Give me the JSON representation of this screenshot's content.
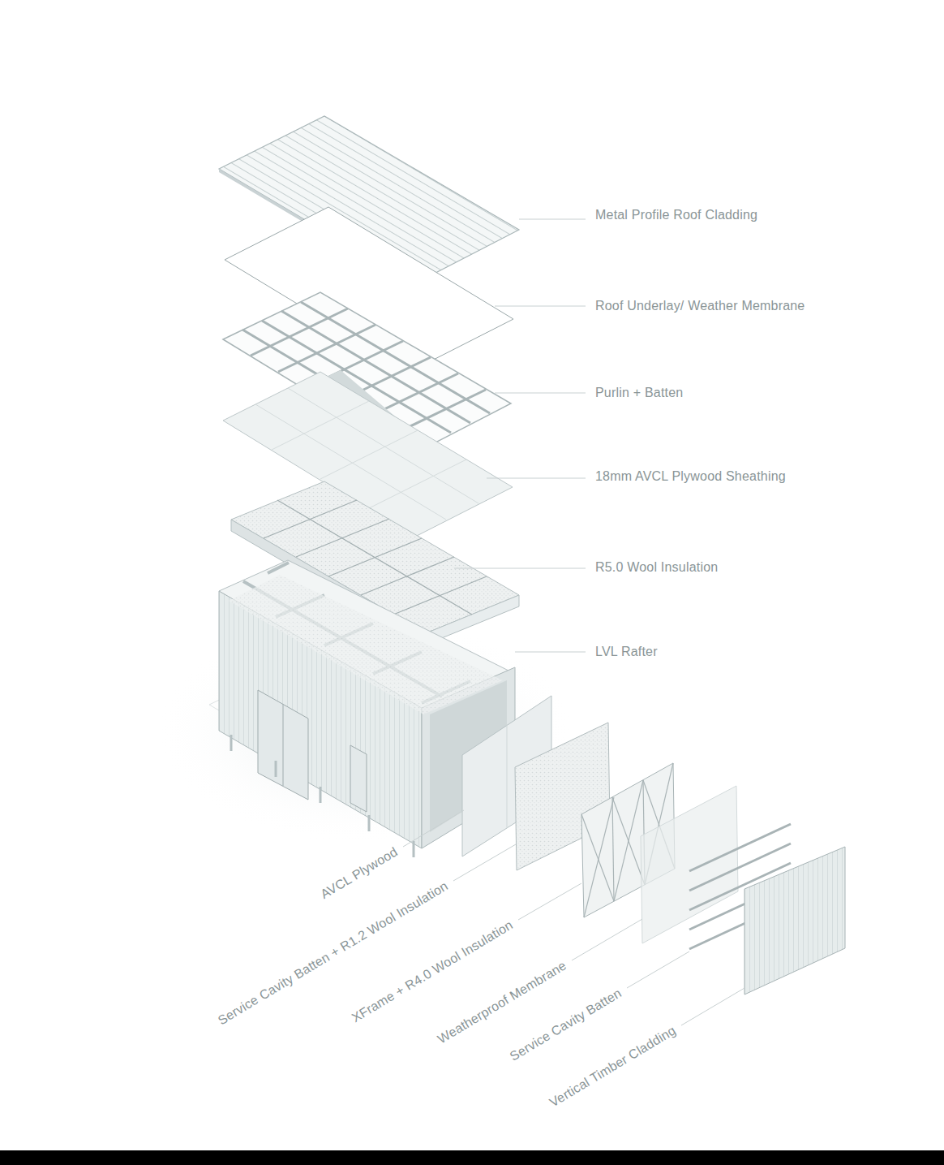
{
  "diagram": {
    "labels": [
      "Metal Profile Roof Cladding",
      "Roof Underlay/ Weather Membrane",
      "Purlin + Batten",
      "18mm AVCL Plywood Sheathing",
      "R5.0 Wool Insulation",
      "LVL Rafter",
      "AVCL Plywood",
      "Service Cavity Batten + R1.2 Wool Insulation",
      "XFrame + R4.0 Wool Insulation",
      "Weatherproof Membrane",
      "Service Cavity Batten",
      "Vertical Timber Cladding"
    ]
  }
}
